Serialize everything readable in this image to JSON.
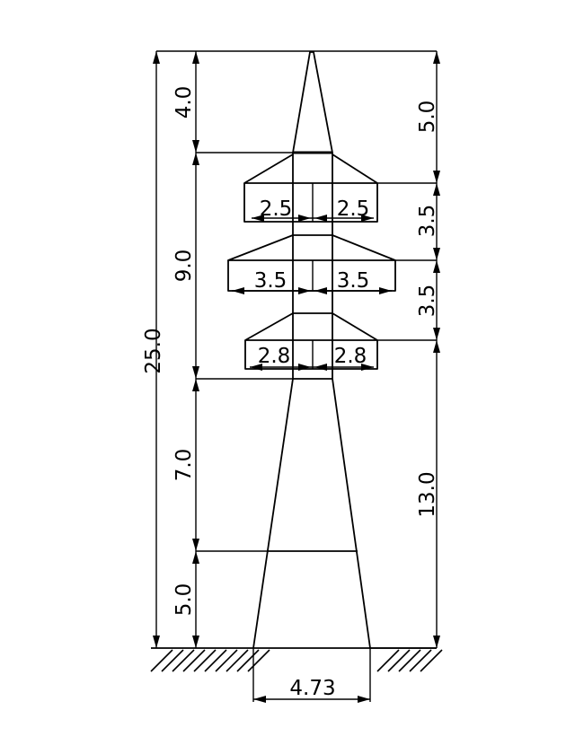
{
  "dimensions": {
    "total_height": "25.0",
    "left_top": "4.0",
    "left_crossarm_zone": "9.0",
    "left_middle": "7.0",
    "left_bottom": "5.0",
    "right_top": "5.0",
    "right_gap_1": "3.5",
    "right_gap_2": "3.5",
    "right_bottom": "13.0",
    "arm1_left": "2.5",
    "arm1_right": "2.5",
    "arm2_left": "3.5",
    "arm2_right": "3.5",
    "arm3_left": "2.8",
    "arm3_right": "2.8",
    "base_width": "4.73"
  },
  "colors": {
    "line": "#000000",
    "background": "#ffffff"
  }
}
